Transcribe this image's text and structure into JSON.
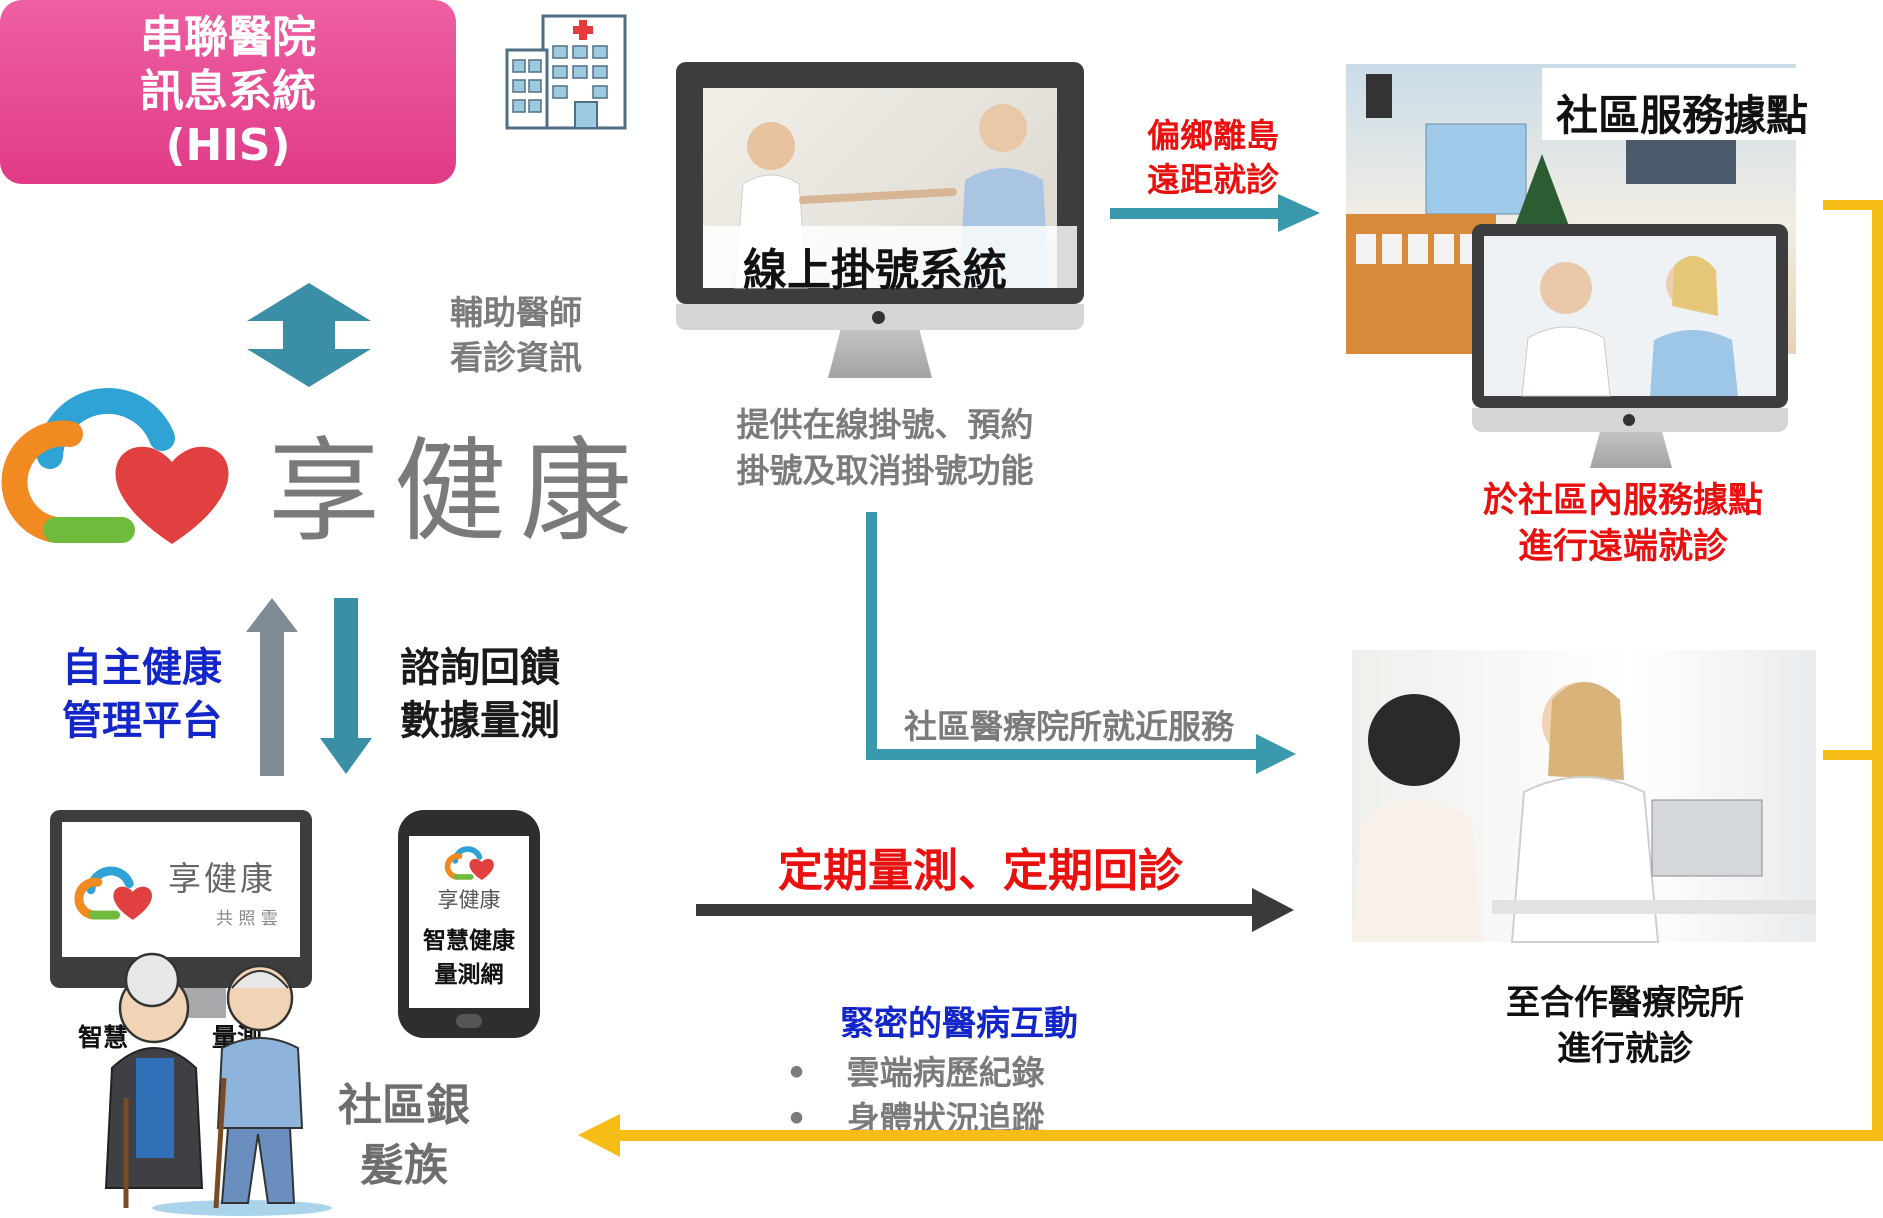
{
  "colors": {
    "his_pink": "#e2468f",
    "teal_arrow": "#3a98ad",
    "gray_arrow": "#7f8c96",
    "dark_arrow": "#3a3a3a",
    "yellow_arrow": "#f6bd16",
    "red_text": "#e8110f",
    "blue_text": "#1226c9",
    "gray_text": "#7b7b7b",
    "logo_orange": "#f08a21",
    "logo_blue": "#2fa2d6",
    "logo_green": "#6fbb3e",
    "logo_red": "#e0403f"
  },
  "his": {
    "label": "串聯醫院\n訊息系統\n(HIS)",
    "icon": "hospital-building-icon"
  },
  "his_link_caption": "輔助醫師\n看診資訊",
  "brand": {
    "name": "享健康"
  },
  "self_manage": "自主健康\n管理平台",
  "consult": "諮詢回饋\n數據量測",
  "screen_card": {
    "name": "享健康",
    "sub": "共 照 雲"
  },
  "screen_caption_left": "智慧",
  "screen_caption_right": "量測",
  "phone_card": {
    "name": "享健康",
    "title": "智慧健康\n量測網"
  },
  "seniors_label": "社區銀\n髮族",
  "registration": {
    "screen_title": "線上掛號系統",
    "caption": "提供在線掛號、預約\n掛號及取消掛號功能"
  },
  "remote": {
    "label": "偏鄉離島\n遠距就診"
  },
  "community_point": {
    "title": "社區服務據點",
    "caption": "於社區內服務據點\n進行遠端就診"
  },
  "nearby_service": "社區醫療院所就近服務",
  "regular": "定期量測、定期回診",
  "partner_clinic": {
    "caption": "至合作醫療院所\n進行就診"
  },
  "interaction": {
    "title": "緊密的醫病互動",
    "bullets": [
      "雲端病歷紀錄",
      "身體狀況追蹤"
    ]
  }
}
